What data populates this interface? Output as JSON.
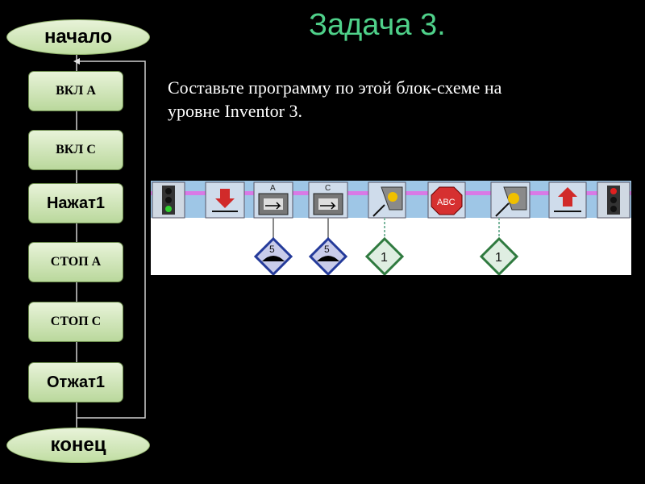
{
  "title": "Задача 3.",
  "task_lines": [
    "Составьте программу по этой блок-схеме на",
    "уровне Inventor 3."
  ],
  "flowchart": {
    "start": "начало",
    "steps": [
      "ВКЛ А",
      "ВКЛ С",
      "Нажат1",
      "СТОП А",
      "СТОП С",
      "Отжат1"
    ],
    "end": "конец"
  },
  "program": {
    "blocks": [
      "start-light-icon",
      "motor-down-icon",
      "motor-a-icon",
      "motor-c-icon",
      "touch-sensor-icon",
      "stop-sign-icon",
      "touch-sensor-release-icon",
      "motor-up-icon",
      "stop-light-icon"
    ],
    "motor_labels": [
      "A",
      "C"
    ],
    "stop_label": "ABC",
    "power_values": [
      "5",
      "5"
    ],
    "sensor_values": [
      "1",
      "1"
    ]
  }
}
